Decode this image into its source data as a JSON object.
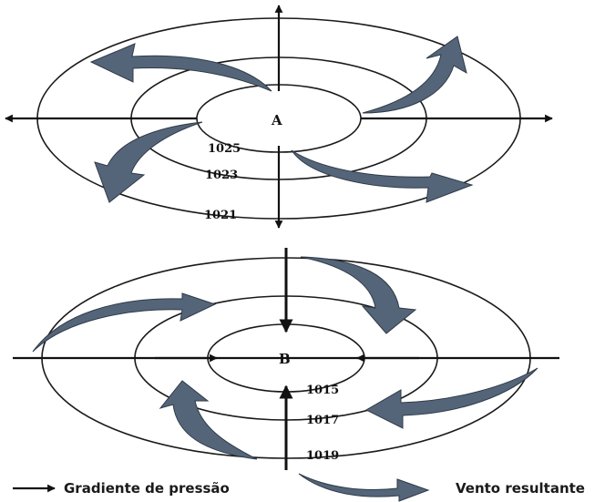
{
  "high_system": {
    "center_label": "A",
    "isobars": [
      "1025",
      "1023",
      "1021"
    ]
  },
  "low_system": {
    "center_label": "B",
    "isobars": [
      "1015",
      "1017",
      "1019"
    ]
  },
  "legend": {
    "pressure_gradient": "Gradiente de pressão",
    "resultant_wind": "Vento resultante"
  },
  "colors": {
    "wind_arrow": "#556579",
    "lines": "#111111"
  }
}
